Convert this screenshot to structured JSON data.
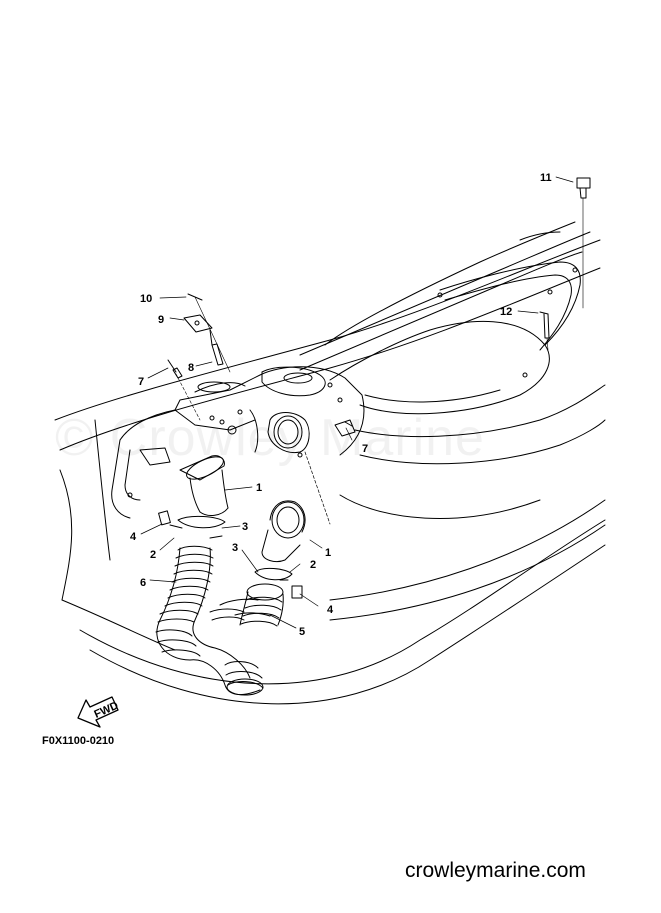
{
  "watermark": "© Crowley Marine",
  "part_code": "F0X1100-0210",
  "site": "crowleymarine.com",
  "fwd_label": "FWD",
  "callouts": {
    "c1a": "1",
    "c1b": "1",
    "c2a": "2",
    "c2b": "2",
    "c3a": "3",
    "c3b": "3",
    "c4a": "4",
    "c4b": "4",
    "c5": "5",
    "c6": "6",
    "c7a": "7",
    "c7b": "7",
    "c8": "8",
    "c9": "9",
    "c10": "10",
    "c11": "11",
    "c12": "12"
  },
  "colors": {
    "line": "#000000",
    "background": "#ffffff"
  }
}
